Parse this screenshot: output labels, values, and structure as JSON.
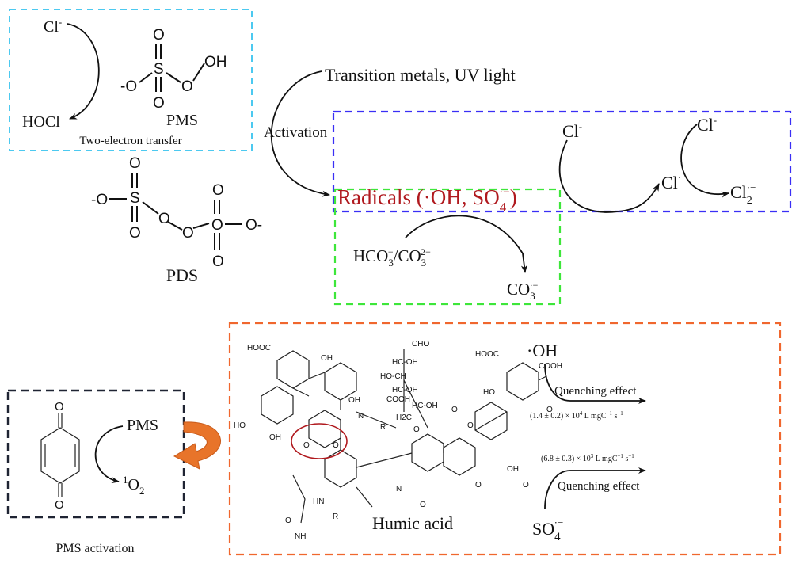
{
  "colors": {
    "cyan_box": "#4cc9f0",
    "blue_box": "#3a2ff5",
    "green_box": "#3ee63a",
    "orange_box": "#f0672e",
    "dark_box": "#1f2433",
    "radicals_text": "#b0191e",
    "highlight_circle": "#b0191e",
    "orange_arrow": "#e8742a"
  },
  "two_electron": {
    "cl": "Cl",
    "cl_sup": "-",
    "hocl": "HOCl",
    "pms": "PMS",
    "caption": "Two-electron transfer",
    "o_minus": "-O",
    "s": "S",
    "o": "O",
    "oh": "OH"
  },
  "pds": {
    "label": "PDS",
    "o_minus_left": "-O",
    "o_minus_right": "O-",
    "s": "S",
    "o": "O"
  },
  "activation": {
    "source": "Transition metals, UV light",
    "label": "Activation"
  },
  "radicals": {
    "text": "Radicals (·OH, SO",
    "sub": "4",
    "sup": "·−",
    "close": ")"
  },
  "chlorine": {
    "cl1": "Cl",
    "cl1_sup": "-",
    "cl_radical": "Cl",
    "cl_radical_sup": "·",
    "cl2": "Cl",
    "cl2_sup": "-",
    "cl2_product": "Cl",
    "cl2_product_sub": "2",
    "cl2_product_sup": "·−"
  },
  "carbonate": {
    "reactant": "HCO",
    "reactant_sub": "3",
    "reactant_sup": "−",
    "sep": "/CO",
    "sep_sub": "3",
    "sep_sup": "2−",
    "product": "CO",
    "product_sub": "3",
    "product_sup": "·−"
  },
  "pms_activation": {
    "pms": "PMS",
    "singlet": "1",
    "o2": "O",
    "o2_sub": "2",
    "caption": "PMS activation",
    "o": "O"
  },
  "humic": {
    "label": "Humic acid",
    "groups": [
      "HOOC",
      "OH",
      "OH",
      "HO",
      "OH",
      "N",
      "R",
      "COOH",
      "CHO",
      "HC-OH",
      "HO-CH",
      "HC-OH",
      "HC-OH",
      "H2C",
      "O",
      "O",
      "O",
      "HN",
      "R",
      "NH",
      "O",
      "N",
      "O",
      "O",
      "HOOC",
      "COOH",
      "HO",
      "OH",
      "O",
      "O",
      "O",
      "O"
    ]
  },
  "quenching": {
    "oh": "·OH",
    "effect1": "Quenching effect",
    "rate1": "(1.4 ± 0.2) × 10",
    "rate1_exp": "4",
    "rate1_units": " L mgC",
    "rate1_u1": "−1",
    "rate1_s": " s",
    "rate1_u2": "−1",
    "rate2": "(6.8 ± 0.3) × 10",
    "rate2_exp": "3",
    "rate2_units": " L mgC",
    "rate2_u1": "−1",
    "rate2_s": " s",
    "rate2_u2": "−1",
    "effect2": "Quenching effect",
    "so4": "SO",
    "so4_sub": "4",
    "so4_sup": "·−"
  }
}
